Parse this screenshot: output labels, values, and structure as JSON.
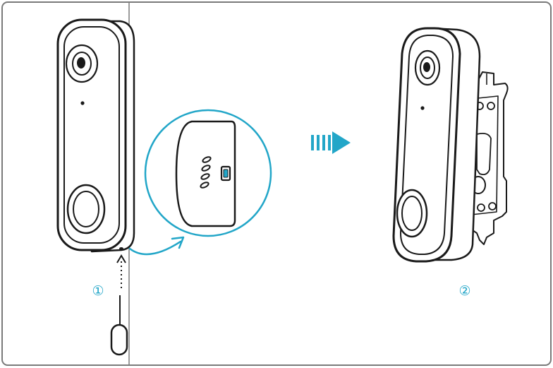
{
  "colors": {
    "accent": "#22a6c8",
    "line": "#1a1a1a",
    "frame": "#7a7a7a",
    "fill": "#ffffff"
  },
  "steps": {
    "step1": {
      "label": "①"
    },
    "step2": {
      "label": "②"
    }
  },
  "icons": {
    "direction": "triple-bar-arrow-right-icon",
    "release_tool": "pin-tool-icon",
    "release_hole": "release-hole-icon",
    "zoom_callout": "magnifier-callout-circle"
  }
}
